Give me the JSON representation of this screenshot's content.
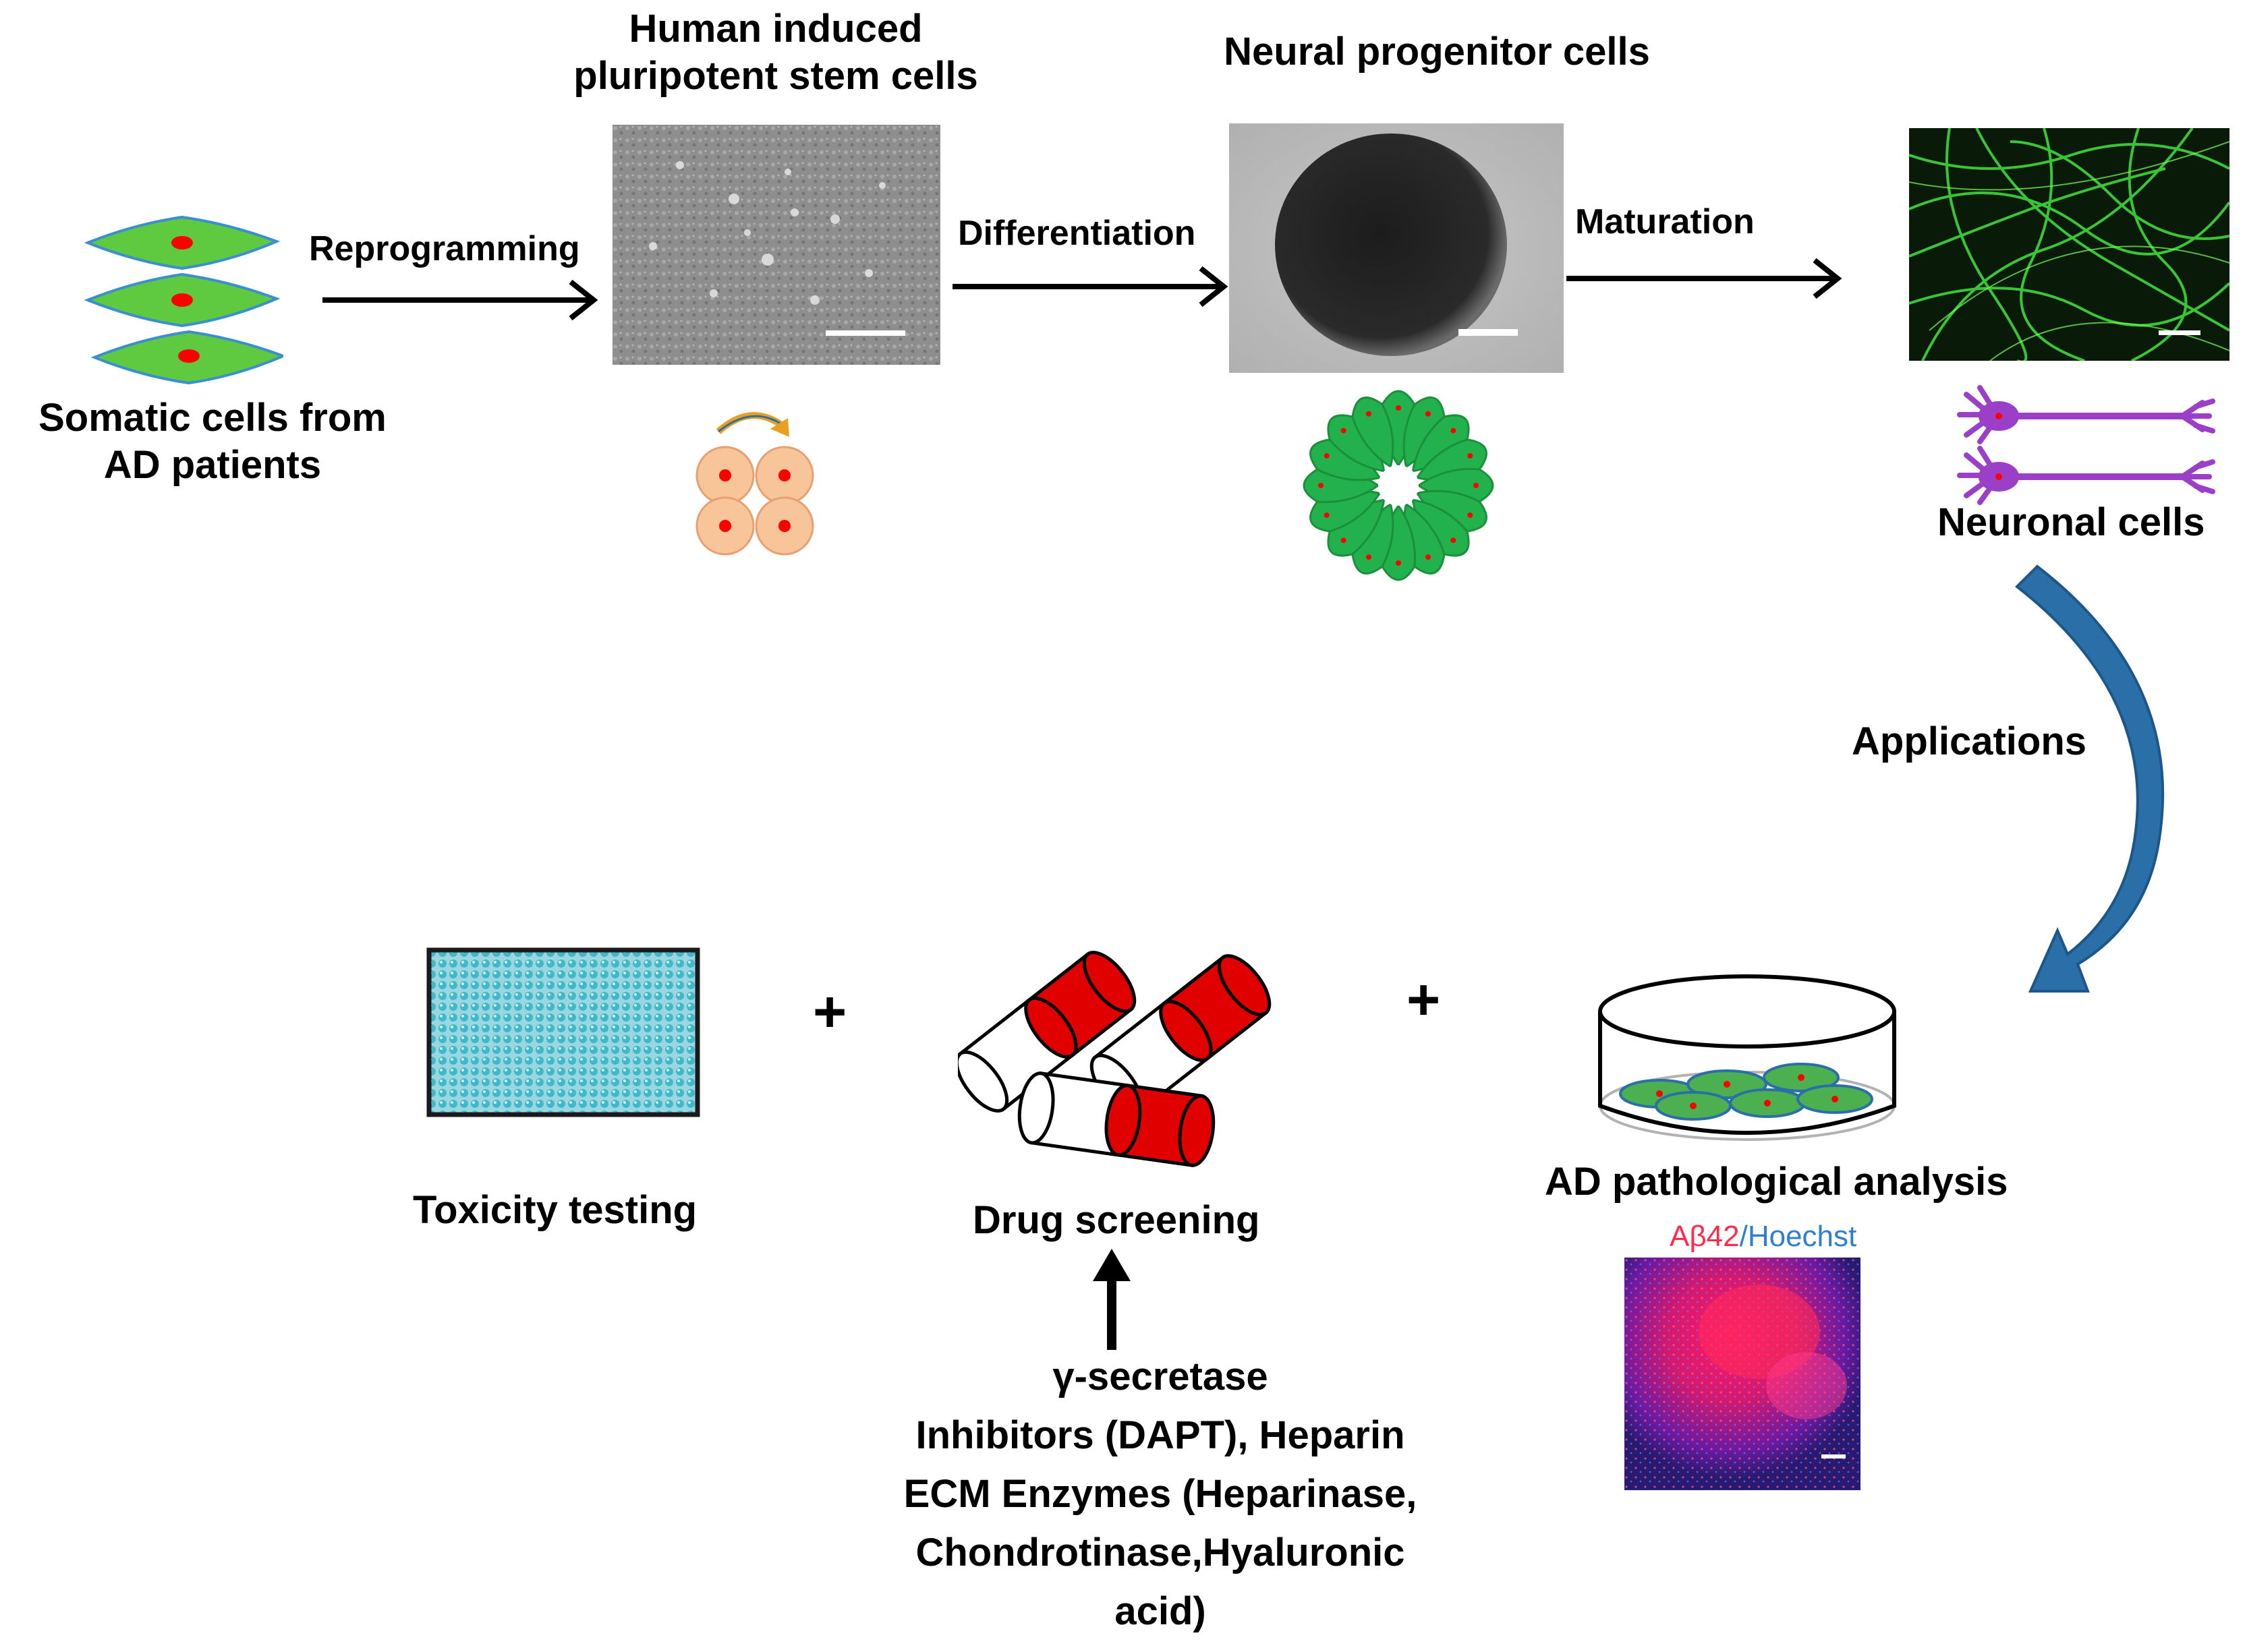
{
  "stages": {
    "somatic": {
      "label_line1": "Somatic cells from",
      "label_line2": "AD patients"
    },
    "ipsc": {
      "label_line1": "Human induced",
      "label_line2": "pluripotent stem cells"
    },
    "npc": {
      "label": "Neural progenitor cells"
    },
    "neuronal": {
      "label": "Neuronal cells"
    }
  },
  "arrows": {
    "reprogramming": "Reprogramming",
    "differentiation": "Differentiation",
    "maturation": "Maturation",
    "applications": "Applications"
  },
  "applications": {
    "toxicity": "Toxicity testing",
    "drug": "Drug screening",
    "ad": "AD pathological analysis",
    "plus": "+",
    "stain_a": "Aβ42",
    "stain_sep": "/",
    "stain_b": "Hoechst",
    "drugs_line1": "γ-secretase",
    "drugs_line2": "Inhibitors (DAPT), Heparin",
    "drugs_line3": "ECM Enzymes (Heparinase,",
    "drugs_line4": "Chondrotinase,Hyaluronic",
    "drugs_line5": "acid)"
  },
  "colors": {
    "cell_green": "#5fca3f",
    "nucleus_red": "#ff0000",
    "ipsc_orange": "#f8c49a",
    "neuron_purple": "#9b3fc9",
    "curve_arrow_blue": "#2a6fa8",
    "pill_red": "#e00000",
    "plate_teal": "#3fb8c8",
    "stain_red": "#ff2b4a",
    "stain_blue": "#2f7fd0"
  }
}
